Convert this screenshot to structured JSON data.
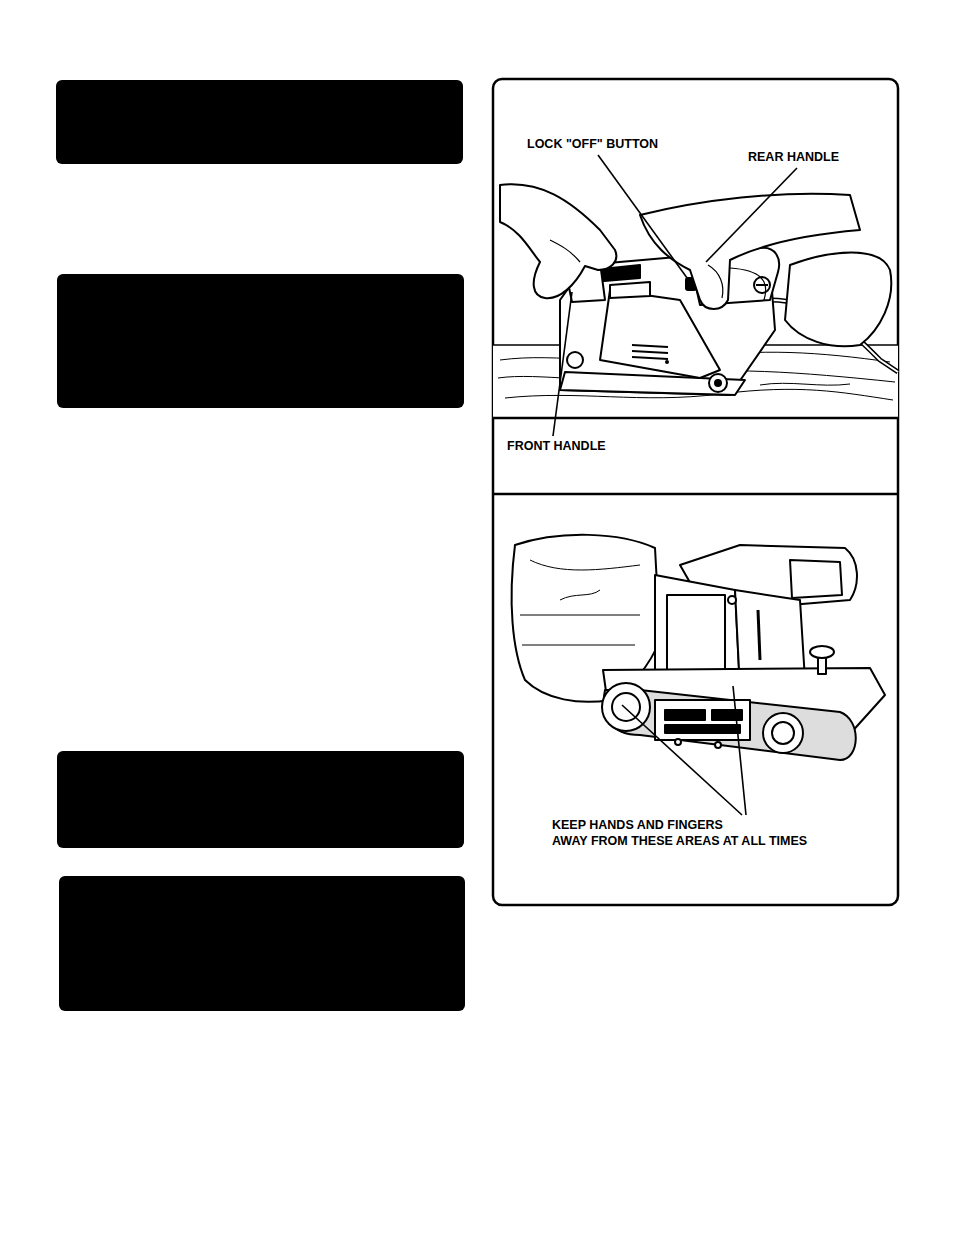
{
  "diagram": {
    "labels": [
      "LOCK \"OFF\" BUTTON",
      "REAR HANDLE",
      "FRONT HANDLE",
      "KEEP HANDS AND FINGERS",
      "AWAY FROM THESE AREAS AT ALL TIMES"
    ]
  }
}
